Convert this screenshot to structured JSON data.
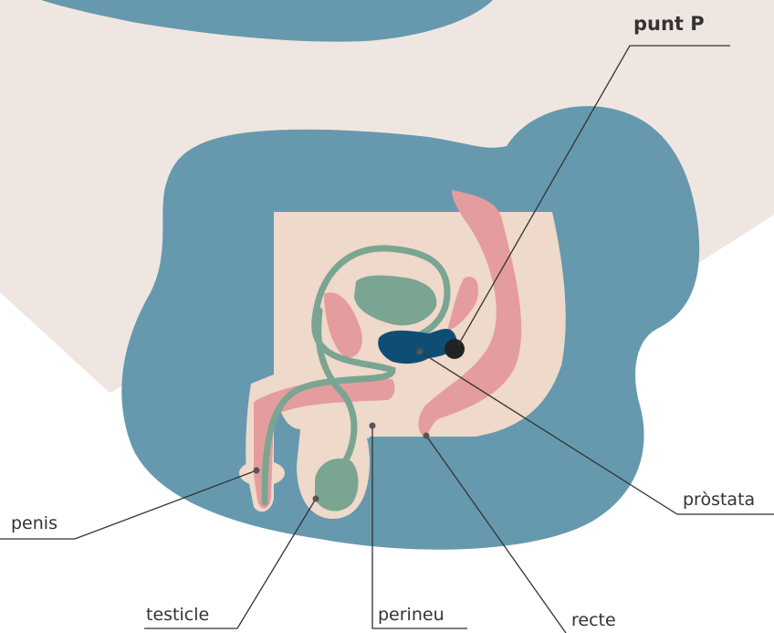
{
  "labels": {
    "punt_p": "punt P",
    "prostata": "pròstata",
    "penis": "penis",
    "testicle": "testicle",
    "perineu": "perineu",
    "recte": "recte"
  },
  "colors": {
    "background_beige": "#F0E6E1",
    "body_blue": "#6699AD",
    "skin": "#EED9CA",
    "pink": "#E59C9E",
    "green": "#7AA592",
    "prostate": "#0E4E74",
    "p_spot": "#222222",
    "leader_line": "#333333"
  }
}
